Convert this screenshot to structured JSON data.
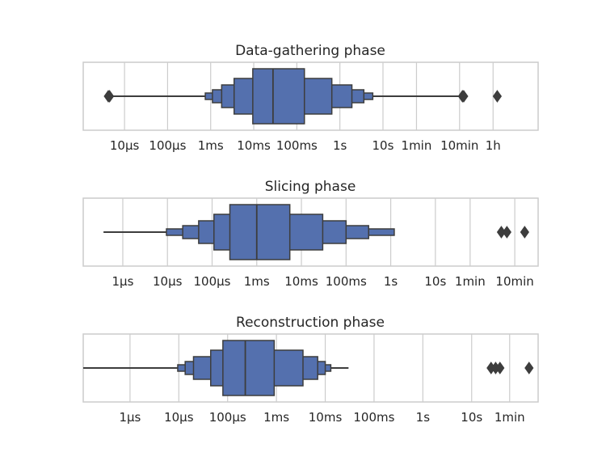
{
  "chart_data": [
    {
      "type": "boxen",
      "title": "Data-gathering phase",
      "xscale": "log",
      "grid": true,
      "color": "#5470ae",
      "edge_color": "#3d3d3d",
      "tick_labels": [
        "10µs",
        "100µs",
        "1ms",
        "10ms",
        "100ms",
        "1s",
        "10s",
        "1min",
        "10min",
        "1h"
      ],
      "tick_values_s": [
        1e-05,
        0.0001,
        0.001,
        0.01,
        0.1,
        1,
        10,
        60,
        600,
        3600
      ],
      "xlim_s": [
        1.1e-06,
        40000
      ],
      "median_s": 0.028,
      "boxes": [
        {
          "low_s": 0.0095,
          "high_s": 0.15
        },
        {
          "low_s": 0.0035,
          "high_s": 0.65
        },
        {
          "low_s": 0.0018,
          "high_s": 1.9
        },
        {
          "low_s": 0.0011,
          "high_s": 3.6
        },
        {
          "low_s": 0.00075,
          "high_s": 5.8
        }
      ],
      "whisker_s": [
        4.5e-06,
        700
      ],
      "outliers_s": [
        4.2e-06,
        4.5e-06,
        700,
        750,
        4500
      ]
    },
    {
      "type": "boxen",
      "title": "Slicing phase",
      "xscale": "log",
      "grid": true,
      "color": "#5470ae",
      "edge_color": "#3d3d3d",
      "tick_labels": [
        "1µs",
        "10µs",
        "100µs",
        "1ms",
        "10ms",
        "100ms",
        "1s",
        "10s",
        "1min",
        "10min"
      ],
      "tick_values_s": [
        1e-06,
        1e-05,
        0.0001,
        0.001,
        0.01,
        0.1,
        1,
        10,
        60,
        600
      ],
      "xlim_s": [
        1.3e-07,
        2000
      ],
      "median_s": 0.001,
      "boxes": [
        {
          "low_s": 0.00025,
          "high_s": 0.0055
        },
        {
          "low_s": 0.00011,
          "high_s": 0.03
        },
        {
          "low_s": 5e-05,
          "high_s": 0.1
        },
        {
          "low_s": 2.2e-05,
          "high_s": 0.32
        },
        {
          "low_s": 9.5e-06,
          "high_s": 1.2
        }
      ],
      "whisker_s": [
        3.7e-07,
        1.2
      ],
      "outliers_s": [
        300,
        400,
        1000
      ]
    },
    {
      "type": "boxen",
      "title": "Reconstruction phase",
      "xscale": "log",
      "grid": true,
      "color": "#5470ae",
      "edge_color": "#3d3d3d",
      "tick_labels": [
        "1µs",
        "10µs",
        "100µs",
        "1ms",
        "10ms",
        "100ms",
        "1s",
        "10s",
        "1min"
      ],
      "tick_values_s": [
        1e-06,
        1e-05,
        0.0001,
        0.001,
        0.01,
        0.1,
        1,
        10,
        60
      ],
      "xlim_s": [
        1.1e-07,
        230
      ],
      "median_s": 0.00023,
      "boxes": [
        {
          "low_s": 8e-05,
          "high_s": 0.0009
        },
        {
          "low_s": 4.5e-05,
          "high_s": 0.0035
        },
        {
          "low_s": 2e-05,
          "high_s": 0.007
        },
        {
          "low_s": 1.35e-05,
          "high_s": 0.01
        },
        {
          "low_s": 9.5e-06,
          "high_s": 0.013
        }
      ],
      "whisker_s": [
        1.1e-07,
        0.03
      ],
      "outliers_s": [
        25,
        31,
        38,
        150
      ]
    }
  ]
}
